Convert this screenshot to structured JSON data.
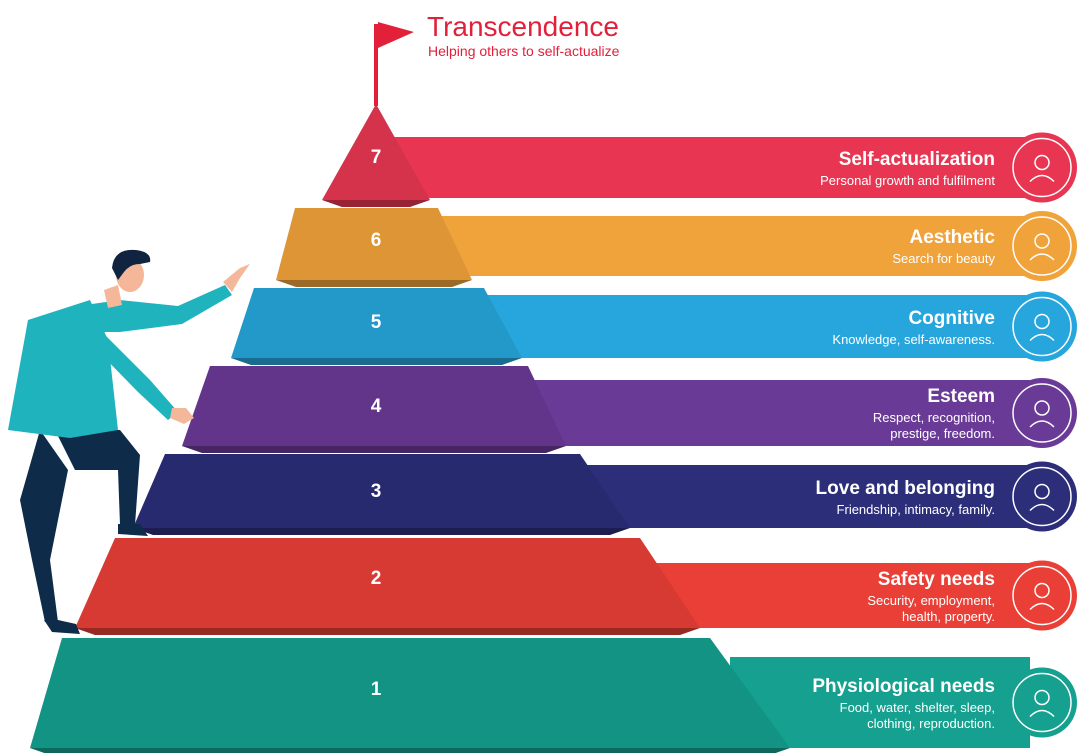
{
  "peak": {
    "title": "Transcendence",
    "subtitle": "Helping others to self-actualize",
    "flag_color": "#e2203a",
    "icon": "flag-icon"
  },
  "levels": [
    {
      "number": "7",
      "title": "Self-actualization",
      "line1": "Personal growth and fulfilment",
      "line2": "",
      "color": "#e83652",
      "icon": "person-icon"
    },
    {
      "number": "6",
      "title": "Aesthetic",
      "line1": "Search for beauty",
      "line2": "",
      "color": "#f0a23b",
      "icon": "eye-art-icon"
    },
    {
      "number": "5",
      "title": "Cognitive",
      "line1": "Knowledge, self-awareness.",
      "line2": "",
      "color": "#26a6dc",
      "icon": "head-gears-icon"
    },
    {
      "number": "4",
      "title": "Esteem",
      "line1": "Respect, recognition,",
      "line2": "prestige, freedom.",
      "color": "#6a3a97",
      "icon": "handshake-icon"
    },
    {
      "number": "3",
      "title": "Love and belonging",
      "line1": "Friendship, intimacy, family.",
      "line2": "",
      "color": "#2c2e7a",
      "icon": "hand-heart-icon"
    },
    {
      "number": "2",
      "title": "Safety needs",
      "line1": "Security, employment,",
      "line2": "health, property.",
      "color": "#ea3f36",
      "icon": "padlock-icon"
    },
    {
      "number": "1",
      "title": "Physiological needs",
      "line1": "Food, water, shelter, sleep,",
      "line2": "clothing, reproduction.",
      "color": "#15a090",
      "icon": "house-food-icon"
    }
  ],
  "figure": {
    "icon": "climbing-man-icon"
  }
}
